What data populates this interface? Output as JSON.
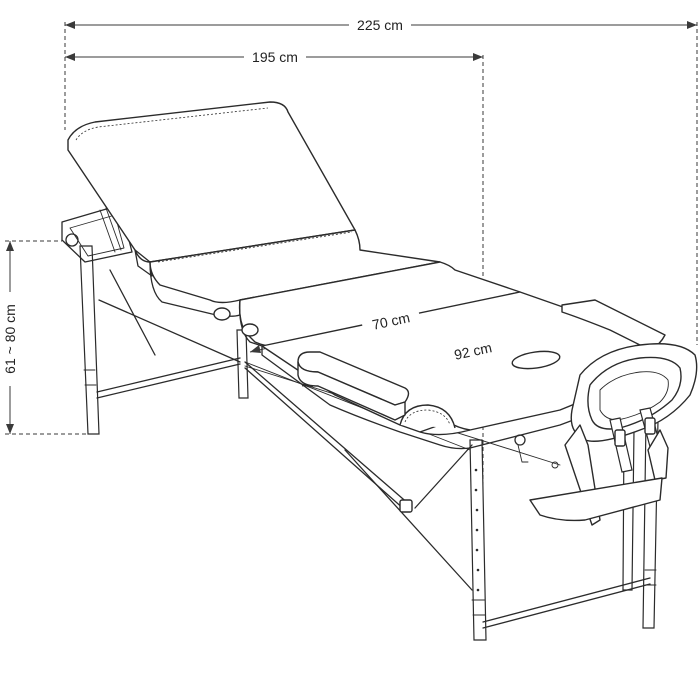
{
  "dimensions": {
    "total_length": "225 cm",
    "table_length": "195 cm",
    "middle_section": "70 cm",
    "width_with_armrest": "92 cm",
    "height_range": "61 ~ 80 cm"
  },
  "colors": {
    "line": "#2b2b2b",
    "background": "#ffffff"
  }
}
